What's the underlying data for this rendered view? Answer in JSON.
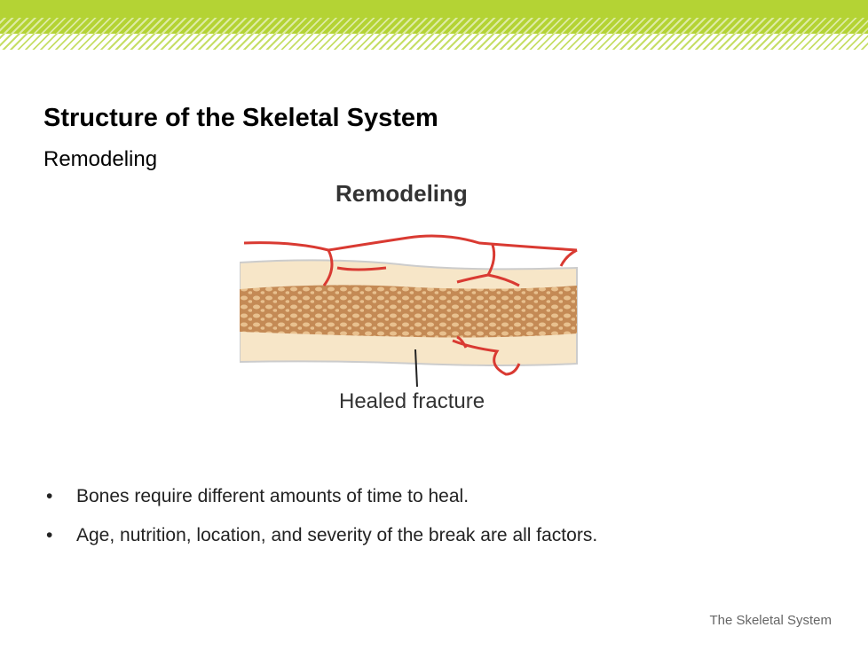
{
  "slide": {
    "title": "Structure of the Skeletal System",
    "subtitle": "Remodeling",
    "figure": {
      "title": "Remodeling",
      "label": "Healed fracture"
    },
    "bullets": [
      "Bones require different amounts of time to heal.",
      "Age, nutrition, location, and severity of the break are all factors."
    ],
    "footer": "The Skeletal System"
  },
  "colors": {
    "accent": "#b4d334",
    "vessel": "#d93a32",
    "bone": "#f7e6c8",
    "marrow": "#c48a55"
  }
}
